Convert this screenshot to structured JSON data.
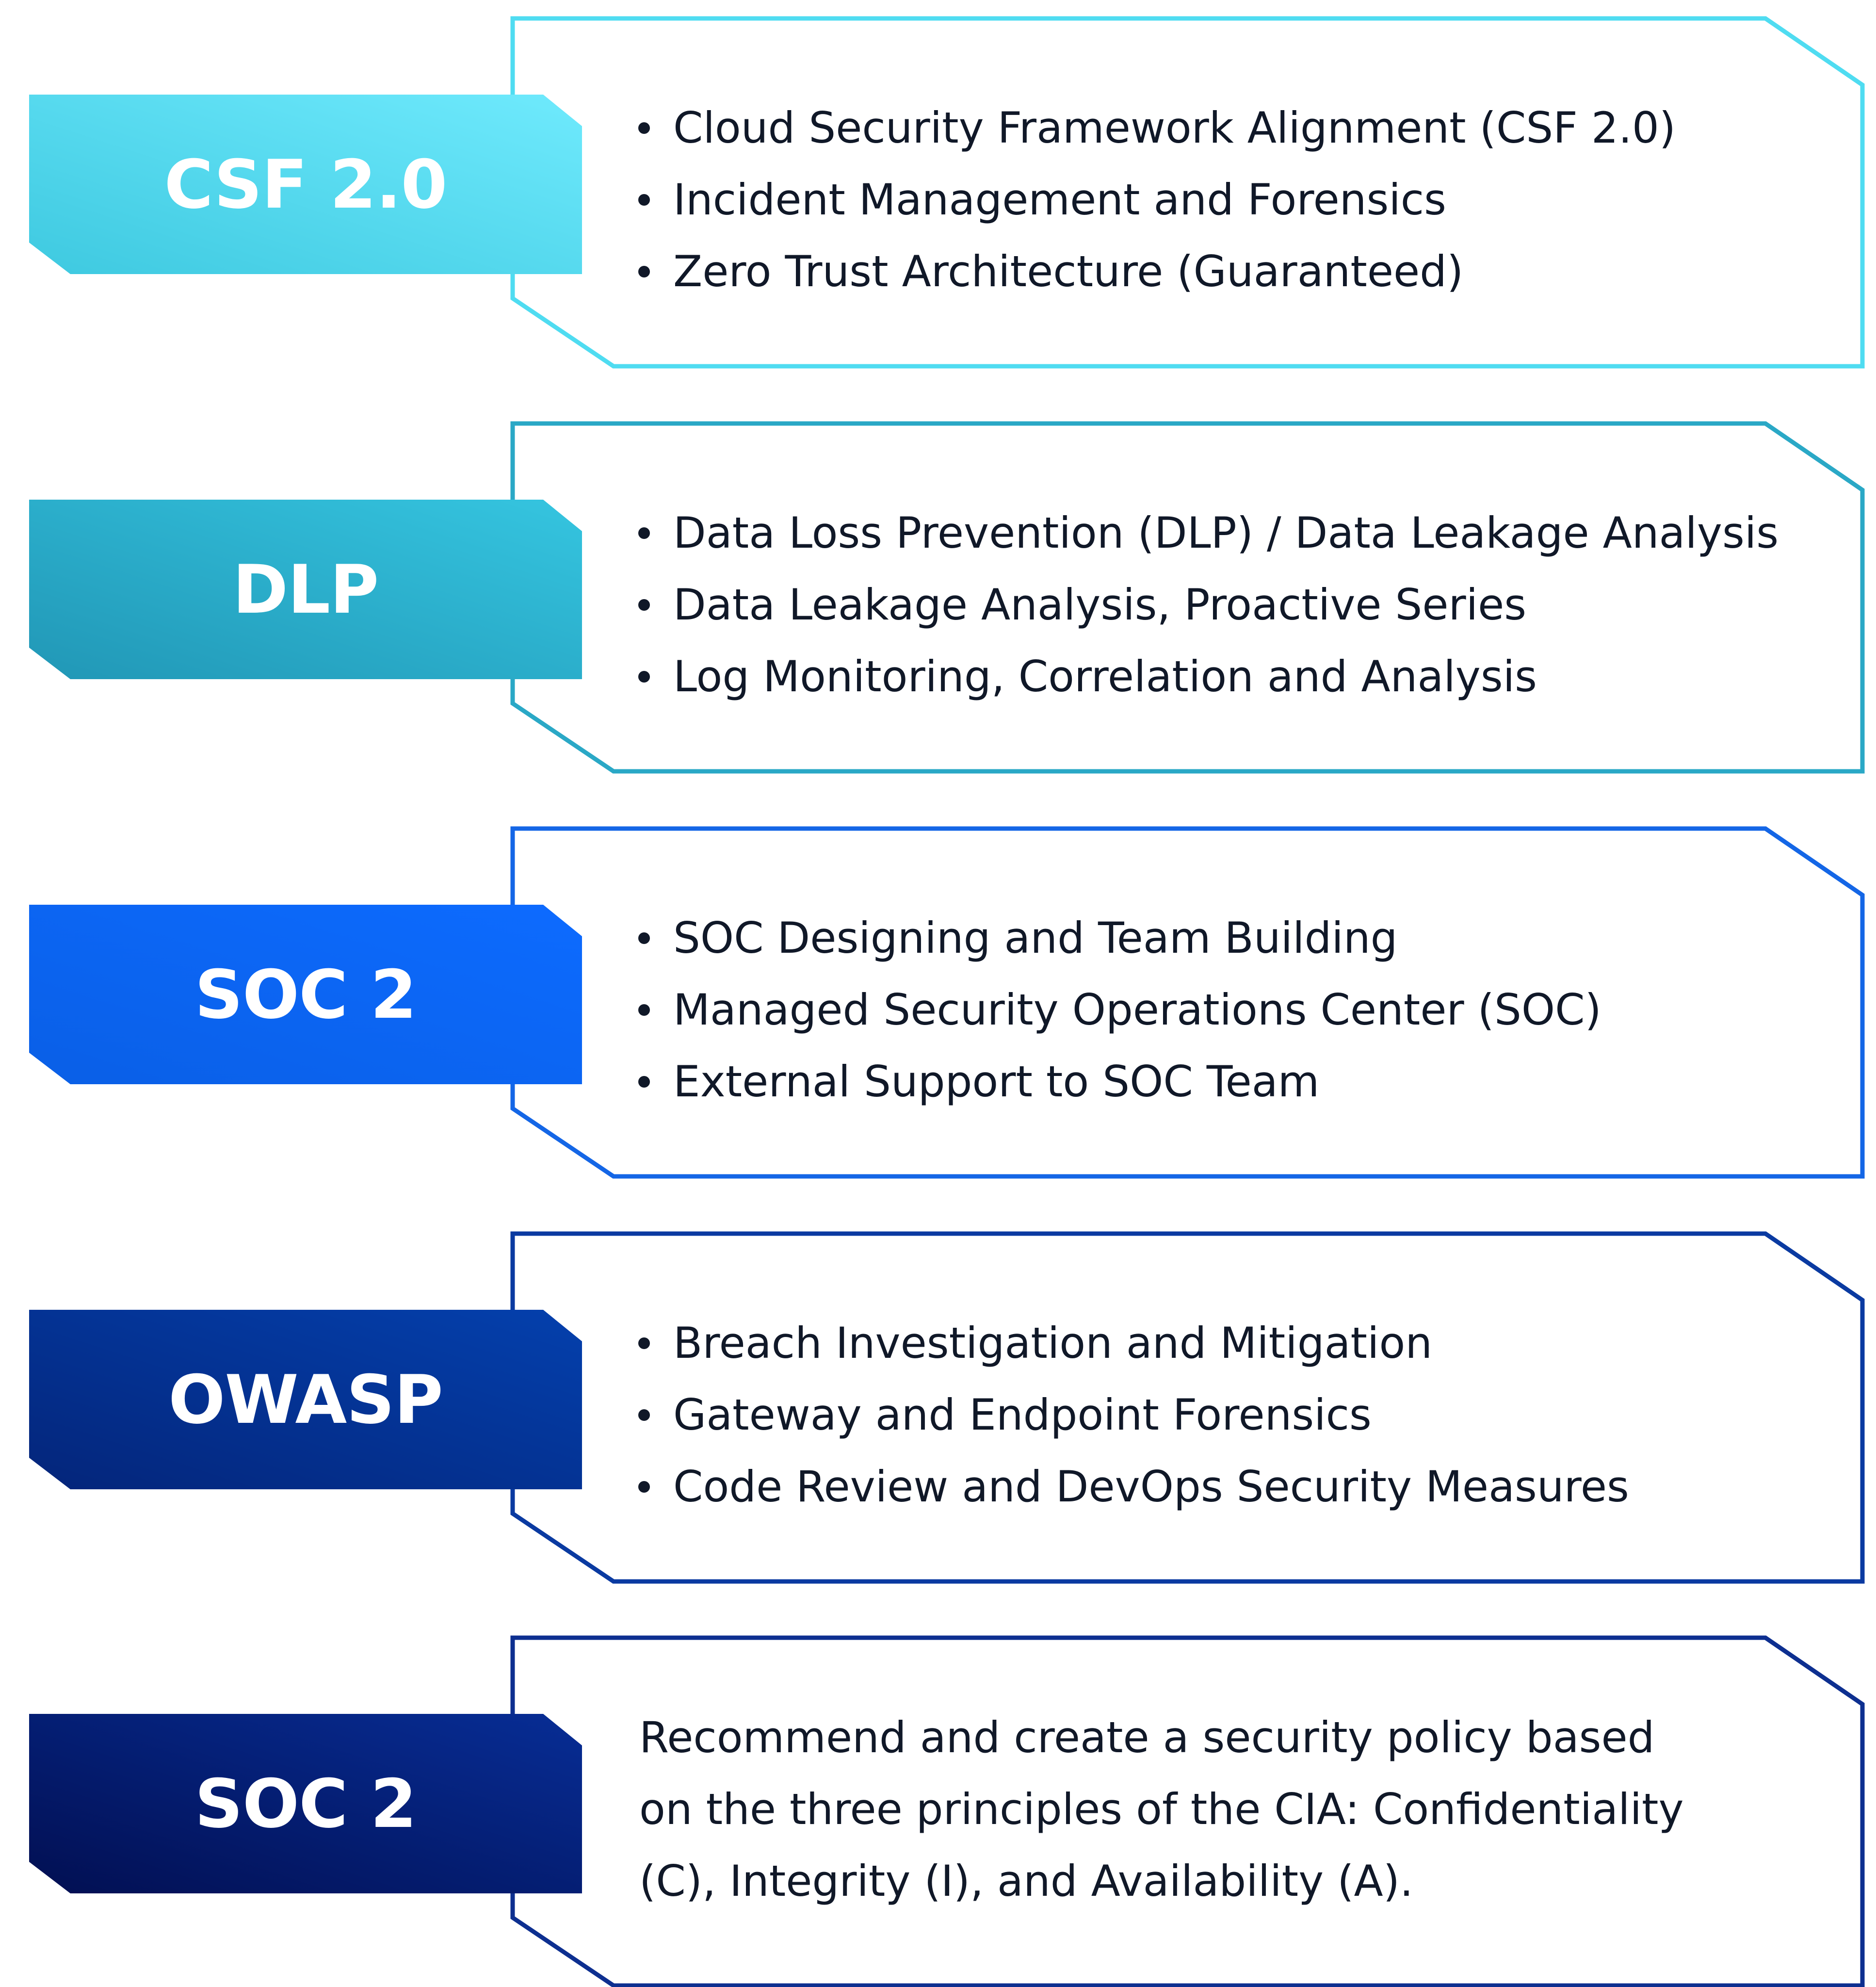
{
  "rows": [
    {
      "tag": "CSF 2.0",
      "items": [
        "Cloud Security Framework Alignment (CSF 2.0)",
        "Incident Management and Forensics",
        "Zero Trust Architecture (Guaranteed)"
      ],
      "colors": {
        "tag_from": "#3ec9e0",
        "tag_to": "#6feafd",
        "border": "#4fdcf1"
      }
    },
    {
      "tag": "DLP",
      "items": [
        "Data Loss Prevention (DLP) / Data Leakage Analysis",
        "Data Leakage Analysis, Proactive Series",
        "Log Monitoring, Correlation and Analysis"
      ],
      "colors": {
        "tag_from": "#2197b6",
        "tag_to": "#35c5e0",
        "border": "#2aa8c6"
      }
    },
    {
      "tag": "SOC 2",
      "items": [
        "SOC Designing and Team Building",
        "Managed Security Operations Center (SOC)",
        "External Support to SOC Team"
      ],
      "colors": {
        "tag_from": "#0a5fe6",
        "tag_to": "#0d6bff",
        "border": "#1466e6"
      }
    },
    {
      "tag": "OWASP",
      "items": [
        "Breach Investigation and Mitigation",
        "Gateway and Endpoint Forensics",
        "Code Review and DevOps Security Measures"
      ],
      "colors": {
        "tag_from": "#04257a",
        "tag_to": "#0440ad",
        "border": "#0a3aa1"
      }
    },
    {
      "tag": "SOC 2",
      "paragraph": [
        "Recommend and create a security policy based",
        "on the three principles of the CIA: Confidentiality",
        "(C), Integrity (I), and Availability (A)."
      ],
      "colors": {
        "tag_from": "#020f52",
        "tag_to": "#072d95",
        "border": "#0d2f90"
      }
    }
  ]
}
